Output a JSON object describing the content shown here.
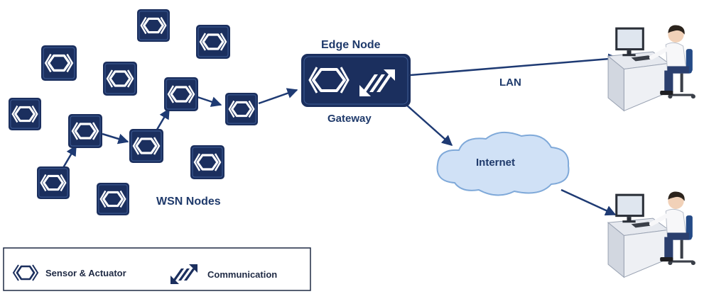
{
  "labels": {
    "edge_node": "Edge Node",
    "gateway": "Gateway",
    "lan": "LAN",
    "internet": "Internet",
    "wsn_nodes": "WSN Nodes"
  },
  "legend": {
    "sensor_actuator": "Sensor & Actuator",
    "communication": "Communication"
  },
  "icons": {
    "node": "sensor-actuator-icon",
    "comm": "communication-icon",
    "computer": "computer-user-icon",
    "cloud": "cloud-icon"
  },
  "colors": {
    "node_fill": "#1b2f5e",
    "arrow": "#1e3a73",
    "cloud": "#a9c9ee",
    "text": "#1f3a6b"
  }
}
